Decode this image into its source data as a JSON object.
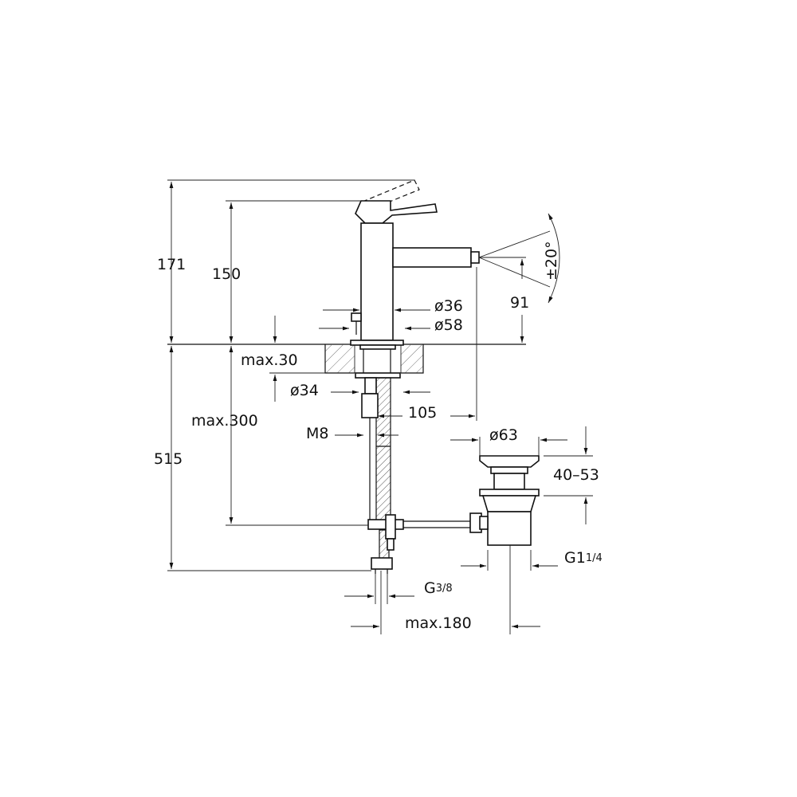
{
  "dimensions": {
    "total_height": "171",
    "spout_height": "150",
    "angle": "±20°",
    "spout_outlet_height": "91",
    "body_diameter": "ø36",
    "base_diameter": "ø58",
    "max_deck_thickness": "max.30",
    "hole_diameter": "ø34",
    "spout_projection": "105",
    "max_hose_length": "max.300",
    "stud_thread": "M8",
    "waste_diameter": "ø63",
    "hose_length": "515",
    "waste_height_range": "40–53",
    "waste_thread_main": "G1",
    "waste_thread_frac": "1/4",
    "inlet_thread_main": "G",
    "inlet_thread_frac": "3/8",
    "max_rod_distance": "max.180"
  },
  "colors": {
    "line": "#111111",
    "background": "#ffffff"
  }
}
